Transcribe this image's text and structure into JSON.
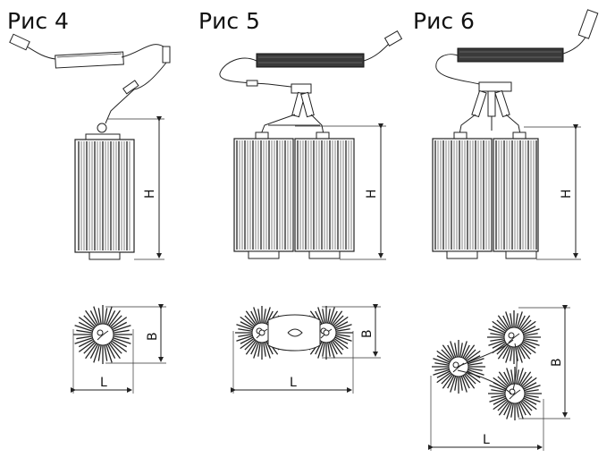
{
  "figures": [
    {
      "label": "Рис 4",
      "dims": {
        "height": "H",
        "length": "L",
        "width": "B"
      }
    },
    {
      "label": "Рис 5",
      "dims": {
        "height": "H",
        "length": "L",
        "width": "B"
      }
    },
    {
      "label": "Рис 6",
      "dims": {
        "height": "H",
        "length": "L",
        "width": "B"
      }
    }
  ],
  "colors": {
    "line": "#222222",
    "driver": "#3a3a3a",
    "background": "#ffffff"
  }
}
